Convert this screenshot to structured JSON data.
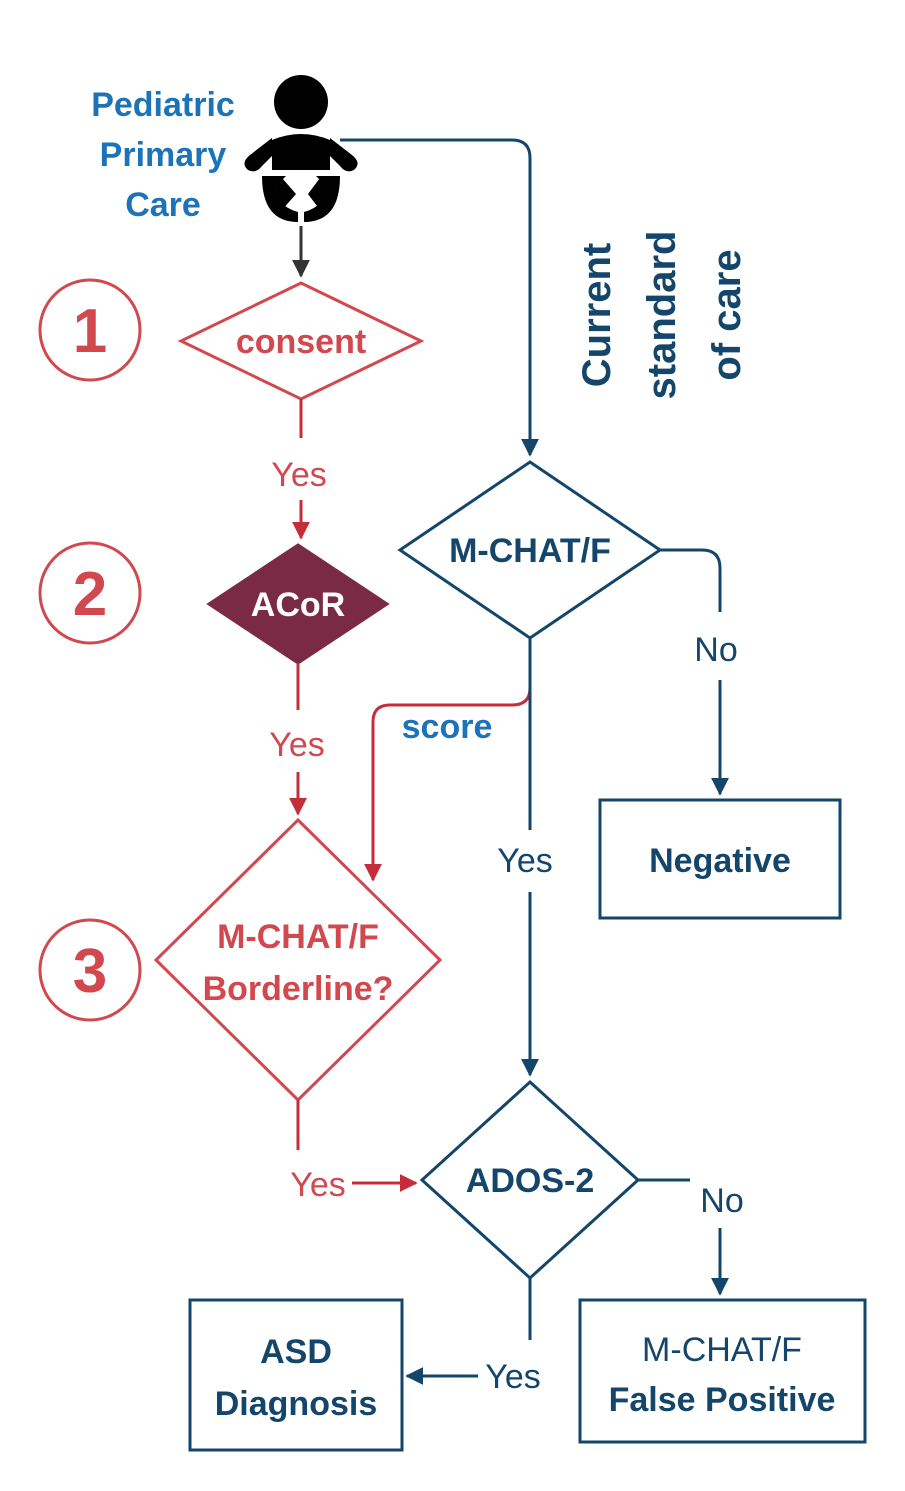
{
  "header": {
    "source_line1": "Pediatric",
    "source_line2": "Primary",
    "source_line3": "Care",
    "standard_line1": "Current",
    "standard_line2": "standard",
    "standard_line3": "of care"
  },
  "steps": {
    "step1_number": "1",
    "step2_number": "2",
    "step3_number": "3"
  },
  "nodes": {
    "consent": "consent",
    "acor": "ACoR",
    "mchat_main": "M-CHAT/F",
    "mchat_borderline_line1": "M-CHAT/F",
    "mchat_borderline_line2": "Borderline?",
    "negative": "Negative",
    "ados": "ADOS-2",
    "asd_line1": "ASD",
    "asd_line2": "Diagnosis",
    "false_pos_line1": "M-CHAT/F",
    "false_pos_line2": "False Positive"
  },
  "edges": {
    "consent_yes": "Yes",
    "acor_yes": "Yes",
    "mchat_no": "No",
    "score": "score",
    "mchat_yes": "Yes",
    "borderline_yes": "Yes",
    "ados_no": "No",
    "ados_yes": "Yes"
  },
  "colors": {
    "red": "#d2484f",
    "dark_red": "#c42d3a",
    "navy": "#13466a",
    "sky_blue": "#1d73b8",
    "maroon_fill": "#7b2a45"
  }
}
